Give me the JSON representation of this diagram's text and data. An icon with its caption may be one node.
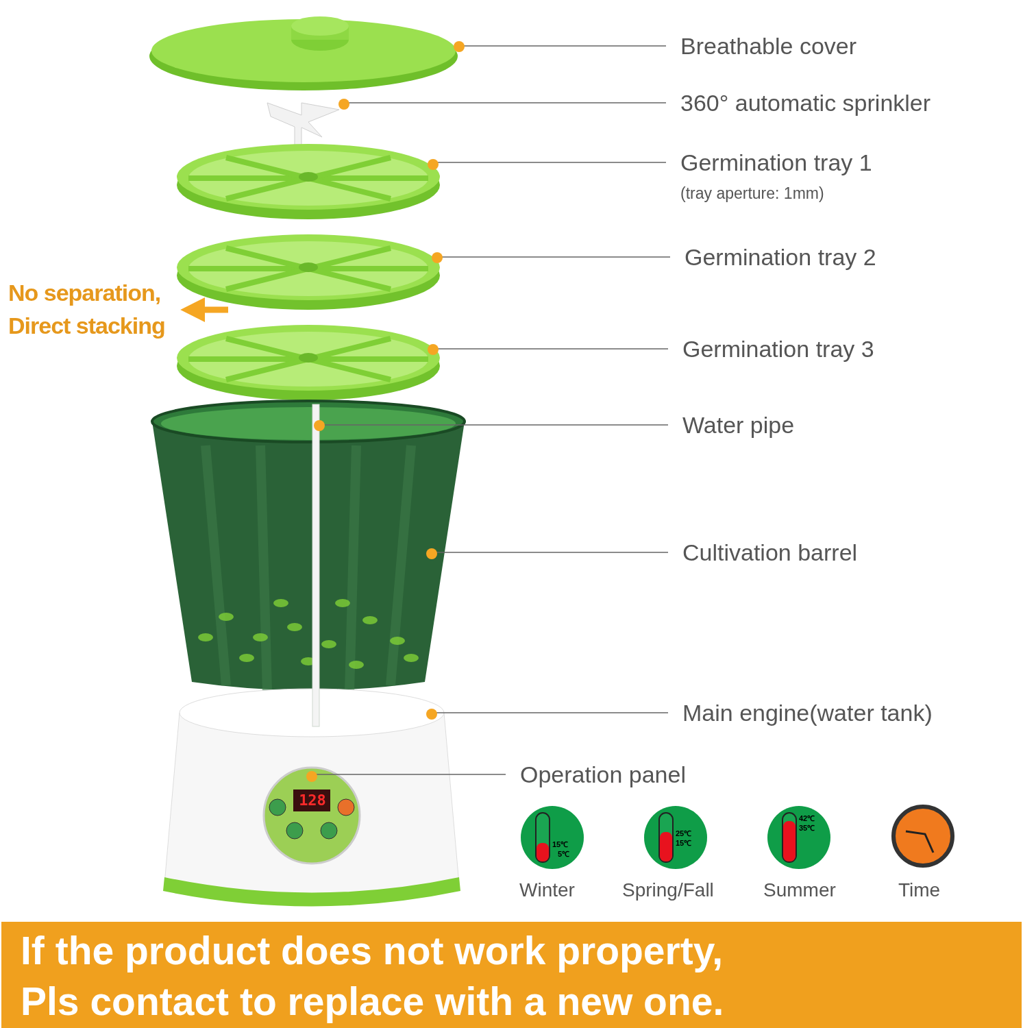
{
  "diagram": {
    "nodes": [
      {
        "text": [
          "Breathable cover"
        ]
      },
      {
        "text": [
          "360° automatic sprinkler"
        ]
      },
      {
        "text": [
          "Germination tray 1",
          "(tray aperture: 1mm)"
        ]
      },
      {
        "text": [
          "Germination tray 2"
        ]
      },
      {
        "text": [
          "Germination tray 3"
        ]
      },
      {
        "text": [
          "Water pipe"
        ]
      },
      {
        "text": [
          "Cultivation barrel"
        ]
      },
      {
        "text": [
          "Main engine(water tank)"
        ]
      },
      {
        "text": [
          "Operation panel"
        ]
      },
      {
        "text": [],
        "shape": "picture"
      },
      {
        "text": [],
        "shape": "picture"
      },
      {
        "text": [],
        "shape": "picture"
      },
      {
        "text": [],
        "shape": "picture"
      },
      {
        "text": [],
        "shape": "picture"
      },
      {
        "text": [],
        "shape": "bar"
      },
      {
        "text": [],
        "shape": "picture"
      },
      {
        "text": [],
        "shape": "picture"
      },
      {
        "text": [],
        "shape": "picture",
        "in": 16
      }
    ],
    "edges": [
      {
        "from": 0,
        "to": 9,
        "arrow": "other"
      },
      {
        "from": 1,
        "to": 10,
        "arrow": "other"
      },
      {
        "from": 2,
        "to": 11,
        "arrow": "other"
      },
      {
        "from": 3,
        "to": 12,
        "arrow": "other"
      },
      {
        "from": 4,
        "to": 13,
        "arrow": "other"
      },
      {
        "from": 5,
        "to": 14,
        "arrow": "other"
      },
      {
        "from": 6,
        "to": 15,
        "arrow": "other"
      },
      {
        "from": 7,
        "to": 16,
        "arrow": "other"
      },
      {
        "from": 8,
        "to": 17,
        "arrow": "other"
      }
    ],
    "labels": [
      "No separation, Direct stacking",
      "128",
      "15℃",
      "5℃",
      "25℃",
      "15℃",
      "42℃",
      "35℃",
      "Winter",
      "Spring/Fall",
      "Summer",
      "Time",
      "If the product does not work property, Pls contact to replace with a new one."
    ]
  }
}
